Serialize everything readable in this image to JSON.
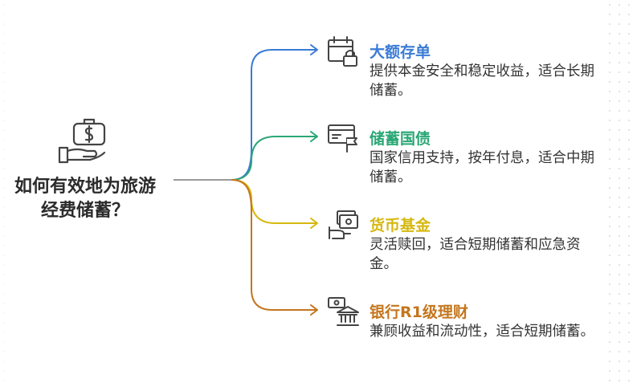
{
  "central": {
    "title_line1": "如何有效地为旅游",
    "title_line2": "经费储蓄？",
    "icon": "hand-holding-money-bag-icon"
  },
  "branches": [
    {
      "title": "大额存单",
      "description": "提供本金安全和稳定收益，适合长期储蓄。",
      "color": "#3a7bd5",
      "icon": "calendar-lock-icon"
    },
    {
      "title": "储蓄国债",
      "description": "国家信用支持，按年付息，适合中期储蓄。",
      "color": "#2aa775",
      "icon": "certificate-flag-icon"
    },
    {
      "title": "货币基金",
      "description": "灵活赎回，适合短期储蓄和应急资金。",
      "color": "#d6b80f",
      "icon": "hand-cash-icon"
    },
    {
      "title": "银行R1级理财",
      "description": "兼顾收益和流动性，适合短期储蓄。",
      "color": "#c4761d",
      "icon": "bank-money-icon"
    }
  ]
}
